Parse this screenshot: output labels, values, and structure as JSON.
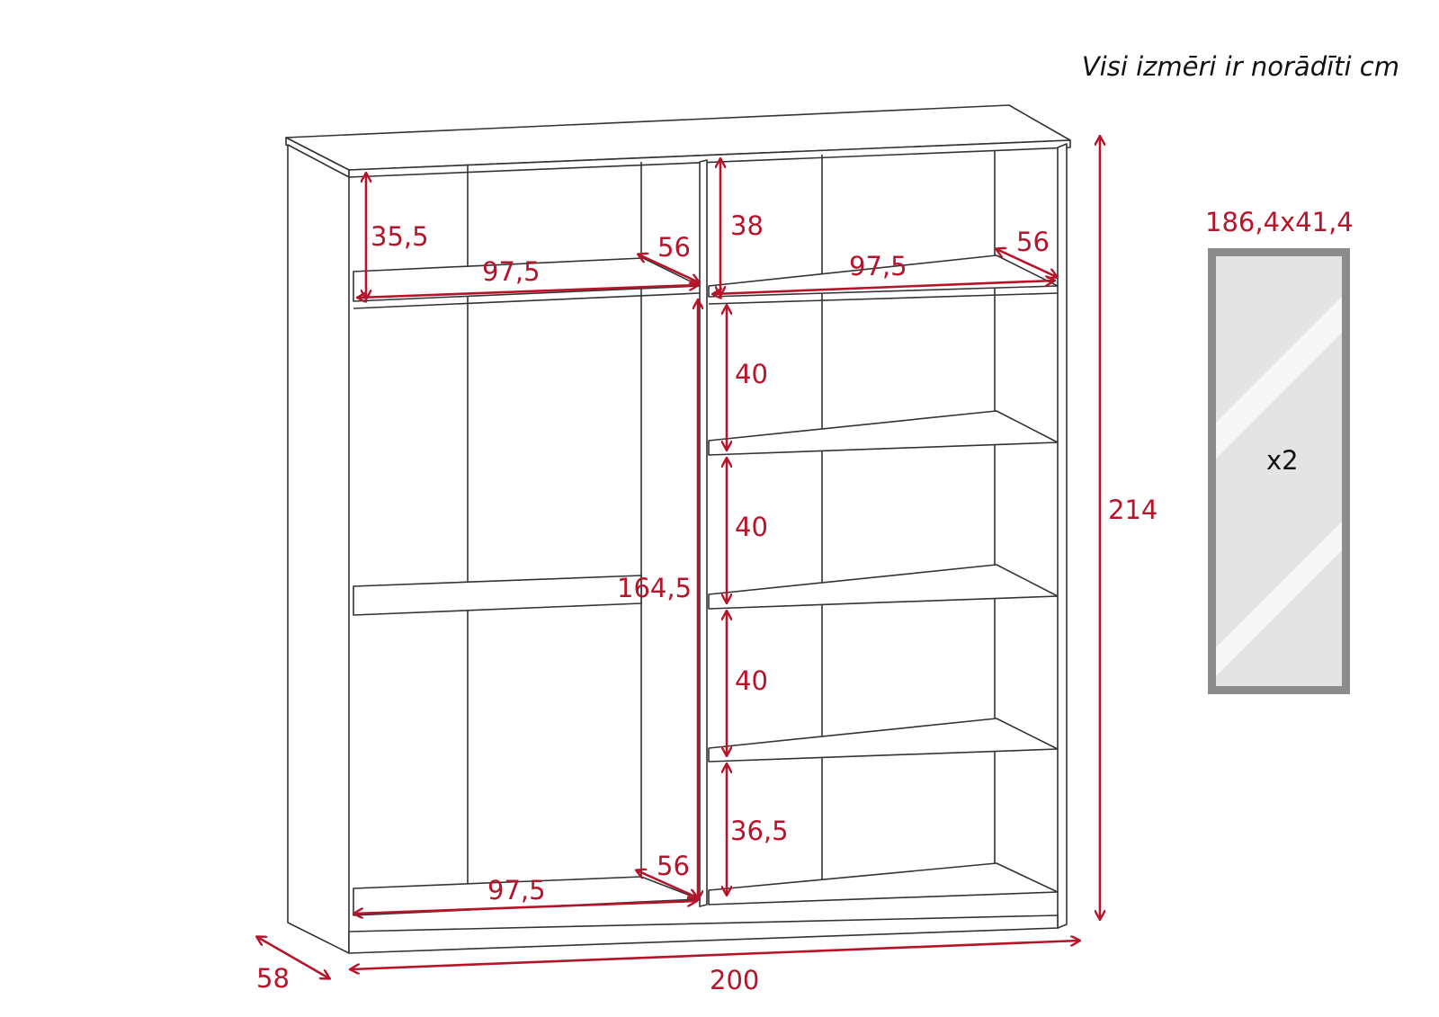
{
  "note": "Visi izmēri ir norādīti cm",
  "colors": {
    "dimension": "#b5142a",
    "line": "#333333",
    "mirror_frame": "#8c8c8c",
    "mirror_glass": "#e4e4e4"
  },
  "dimensions": {
    "top_left_height": "35,5",
    "top_left_width": "97,5",
    "top_left_depth": "56",
    "top_right_height": "38",
    "top_right_width": "97,5",
    "top_right_depth": "56",
    "hanging_height": "164,5",
    "shelf_1_height": "40",
    "shelf_2_height": "40",
    "shelf_3_height": "40",
    "shelf_4_height": "36,5",
    "bottom_width": "97,5",
    "bottom_depth": "56",
    "total_height": "214",
    "total_width": "200",
    "total_depth": "58"
  },
  "mirror": {
    "size": "186,4x41,4",
    "quantity": "x2"
  }
}
